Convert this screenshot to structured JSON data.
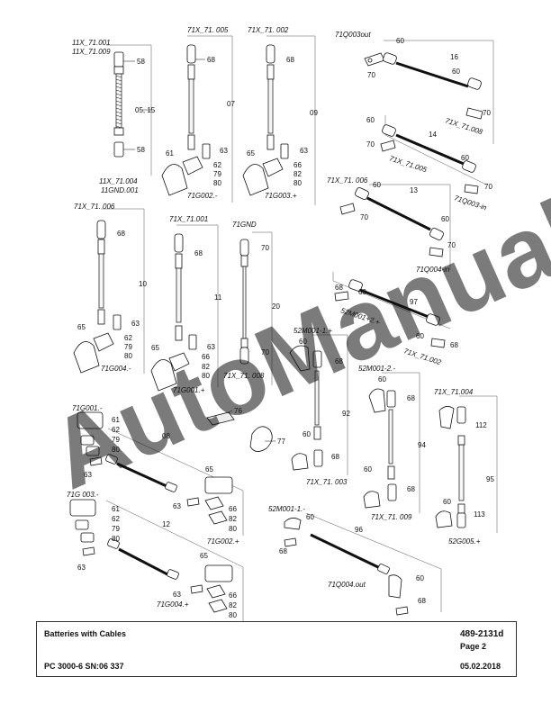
{
  "diagram": {
    "labels": {
      "a_ref1": "11X_71.001",
      "a_ref2": "11X_71.009",
      "a_58a": "58",
      "a_qty": "05, 15",
      "a_58b": "58",
      "a_ref3": "11X_71.004",
      "a_ref4": "11GND.001",
      "b_ref": "71X_71. 005",
      "b_68": "68",
      "b_07": "07",
      "b_61": "61",
      "b_63": "63",
      "b_62": "62",
      "b_79": "79",
      "b_80": "80",
      "b_ref2": "71G002.-",
      "c_ref": "71X_71. 002",
      "c_68": "68",
      "c_09": "09",
      "c_65": "65",
      "c_63": "63",
      "c_66": "66",
      "c_82": "82",
      "c_80": "80",
      "c_ref2": "71G003.+",
      "d_ref": "71Q003out",
      "d_60a": "60",
      "d_70a": "70",
      "d_16": "16",
      "d_60b": "60",
      "d_70b": "70",
      "d_ref2": "71X_71.008",
      "e_60a": "60",
      "e_70": "70",
      "e_14": "14",
      "e_ref": "71X_71.005",
      "e_60b": "60",
      "e_70b": "70",
      "e_ref2": "71Q003-in",
      "f_ref": "71X_71. 006",
      "f_60": "60",
      "f_13": "13",
      "f_70": "70",
      "f_60b": "60",
      "f_70b": "70",
      "f_ref2": "71Q004-in",
      "g_ref": "71X_71. 006",
      "g_68": "68",
      "g_10": "10",
      "g_65": "65",
      "g_63": "63",
      "g_62": "62",
      "g_79": "79",
      "g_80": "80",
      "g_ref2": "71G004.-",
      "h_ref": "71X_71.001",
      "h_68": "68",
      "h_11": "11",
      "h_63": "63",
      "h_65": "65",
      "h_66": "66",
      "h_82": "82",
      "h_80": "80",
      "h_ref2": "71G001.+",
      "i_ref": "71GND",
      "i_70a": "70",
      "i_20": "20",
      "i_70b": "70",
      "i_ref2": "71X_71. 008",
      "j_68": "68",
      "j_60": "60",
      "j_ref": "52M001+2.+",
      "j_97": "97",
      "j_60b": "60",
      "j_ref2": "71X_71.002",
      "j_68b": "68",
      "k_ref": "52M001-1.+",
      "k_60": "60",
      "k_68": "68",
      "k_92": "92",
      "k_60b": "60",
      "k_68b": "68",
      "k_ref2": "71X_71. 003",
      "l_ref": "52M001-2.-",
      "l_60": "60",
      "l_68": "68",
      "l_94": "94",
      "l_60b": "60",
      "l_68b": "68",
      "l_ref2": "71X_71. 009",
      "m_ref": "71X_71.004",
      "m_112": "112",
      "m_95": "95",
      "m_60": "60",
      "m_113": "113",
      "m_ref2": "52G005.+",
      "n_76": "76",
      "n_77": "77",
      "o_ref": "71G001.-",
      "o_61": "61",
      "o_62": "62",
      "o_79": "79",
      "o_80": "80",
      "o_08": "08",
      "o_63": "63",
      "o_65": "65",
      "o_63b": "63",
      "o_66": "66",
      "o_82": "82",
      "o_80b": "80",
      "o_ref2": "71G002.+",
      "p_ref": "71G 003.-",
      "p_61": "61",
      "p_62": "62",
      "p_79": "79",
      "p_80": "80",
      "p_12": "12",
      "p_63": "63",
      "p_65": "65",
      "p_63b": "63",
      "p_66": "66",
      "p_82": "82",
      "p_80b": "80",
      "p_ref2": "71G004.+",
      "q_ref": "52M001-1.-",
      "q_60": "60",
      "q_68": "68",
      "q_96": "96",
      "q_60b": "60",
      "q_ref2": "71Q004.out",
      "q_68b": "68"
    },
    "watermark": "AutoManual"
  },
  "footer": {
    "title": "Batteries with Cables",
    "doc_number": "489-2131d",
    "page": "Page 2",
    "model": "PC 3000-6 SN:06 337",
    "date": "05.02.2018"
  }
}
